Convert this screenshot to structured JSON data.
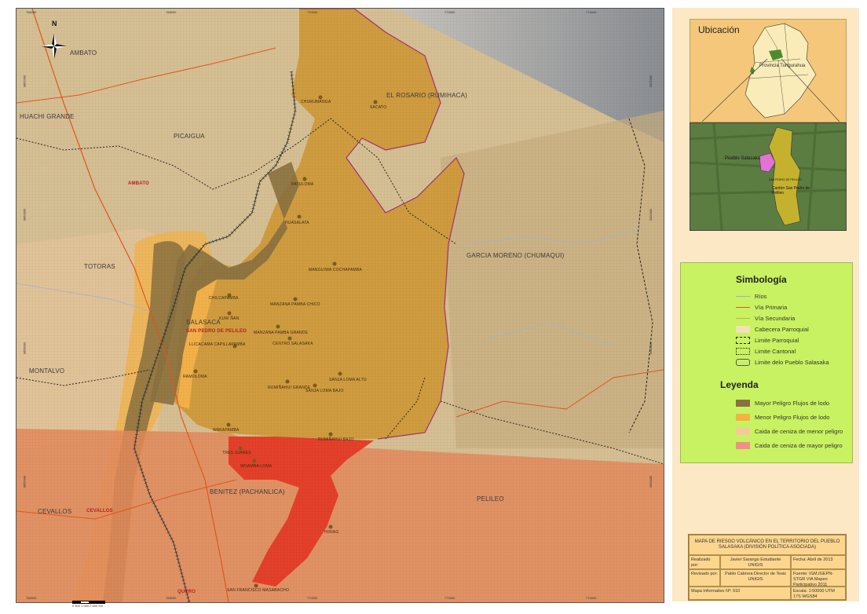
{
  "map": {
    "place_labels": [
      {
        "id": "ambato-n",
        "text": "AMBATO",
        "red": false
      },
      {
        "id": "huachi",
        "text": "HUACHI GRANDE",
        "red": false
      },
      {
        "id": "picaigua",
        "text": "PICAIGUA",
        "red": false
      },
      {
        "id": "ambato-c",
        "text": "AMBATO",
        "red": true
      },
      {
        "id": "totoras",
        "text": "TOTORAS",
        "red": false
      },
      {
        "id": "salasaca",
        "text": "SALASACA",
        "red": false
      },
      {
        "id": "spp",
        "text": "SAN PEDRO DE PELILEO",
        "red": true
      },
      {
        "id": "montalvo",
        "text": "MONTALVO",
        "red": false
      },
      {
        "id": "cevallos1",
        "text": "CEVALLOS",
        "red": false
      },
      {
        "id": "cevallos2",
        "text": "CEVALLOS",
        "red": true
      },
      {
        "id": "benitez",
        "text": "BENITEZ (PACHANLICA)",
        "red": false
      },
      {
        "id": "pelileo",
        "text": "PELILEO",
        "red": false
      },
      {
        "id": "garcia",
        "text": "GARCIA MORENO (CHUMAQUI)",
        "red": false
      },
      {
        "id": "rosario",
        "text": "EL ROSARIO (RUMIHACA)",
        "red": false
      },
      {
        "id": "quero",
        "text": "QUERO",
        "red": false
      }
    ],
    "communities": [
      "CHURUMANGA",
      "SACATO",
      "PATULOMA",
      "HUASALATA",
      "MANGUIWA COCHAPAMBA",
      "CHILCAPAMBA",
      "MANZANA PAMBA CHICO",
      "KURI ÑAN",
      "MANZANA PAMBA GRANDE",
      "LLICACAMA CAPILLAPAMBA",
      "CENTRO SALASAKA",
      "RAMOLOMA",
      "RUMIÑAHUI GRANDE",
      "SANJA LOMA ALTO",
      "SANJA LOMA BAJO",
      "WAKAPAMBA",
      "RUMIÑAHUI BAJO",
      "TRES JUANES",
      "WOAMBA LOMA",
      "HIRIAG",
      "SAN FRANCISCO MASABACHO"
    ],
    "coords_top": [
      "766000",
      "768000",
      "770000",
      "772000",
      "774000"
    ],
    "coords_left": [
      "9862000",
      "9860000",
      "9858000",
      "9856000"
    ],
    "north_label": "N",
    "scale_text": "0  500 1.000    2.000 Km"
  },
  "location": {
    "title": "Ubicación",
    "province_label": "Provincia Tungurahua",
    "inset_label_1": "Pueblo Salasaka",
    "inset_label_2": "SAN PEDRO DE PELILEO",
    "inset_label_3": "Cantón San Pedro de Pelileo"
  },
  "symbology": {
    "title": "Simbología",
    "items": [
      "Ríos",
      "Vía Primaria",
      "Vía Secundaria",
      "Cabecera Parroquial",
      "Limite Parroquial",
      "Limite Cantonal",
      "Limite delo Pueblo Salasaka"
    ]
  },
  "legend": {
    "title": "Leyenda",
    "items": [
      {
        "label": "Mayor Peligro Flujos de lodo",
        "color": "#8a7140"
      },
      {
        "label": "Menor Peligro Flujos de lodo",
        "color": "#f2b341"
      },
      {
        "label": "Caida de ceniza de menor peligro",
        "color": "#f5c9a0"
      },
      {
        "label": "Caida de ceniza de mayor peligro",
        "color": "#f08f86"
      }
    ]
  },
  "titlebox": {
    "title": "MAPA DE RIESGO VOLCÁNICO EN EL TERRITORIO DEL PUEBLO SALASAKA (DIVISIÓN POLÍTICA ASOCIADA)",
    "made_by_label": "Realizado por:",
    "made_by": "Javier Sarango Estudiante UNIGIS",
    "date": "Fecha: Abril de 2013",
    "reviewed_label": "Revisado por:",
    "reviewed_by": "Pablo Cabrera Director de Tesis UNIGIS",
    "source": "Fuente: IGM,IGEPN-STGR VIA Mapeo Participativo 2011",
    "map_no": "Mapa Informativo Nº: 010",
    "scale": "Escala: 1:50000 UTM 17S WGS84"
  }
}
